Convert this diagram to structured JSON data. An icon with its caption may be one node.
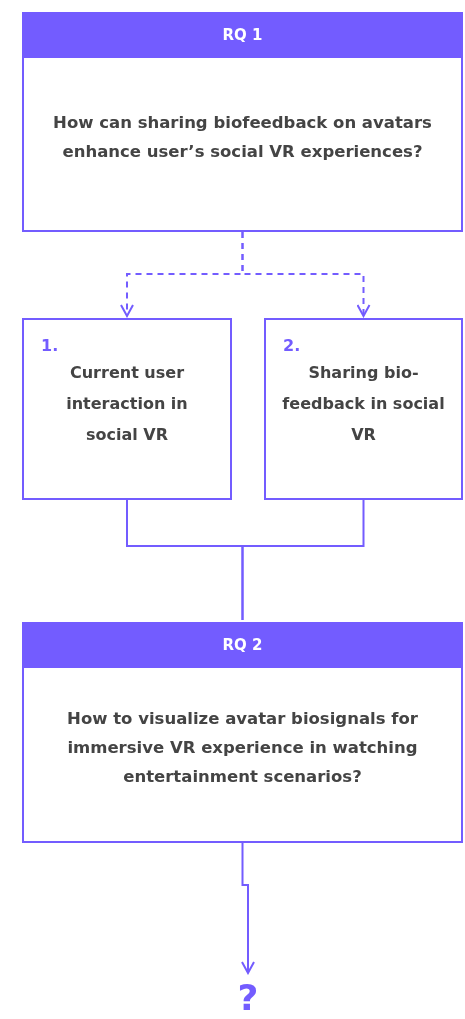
{
  "diagram": {
    "nodes": [
      {
        "text": [
          "RQ 1",
          "How can sharing biofeedback on avatars enhance user’s social VR experiences?"
        ]
      },
      {
        "text": [
          "1.",
          "Current user interaction in social VR"
        ]
      },
      {
        "text": [
          "2.",
          "Sharing bio- feedback in social VR"
        ]
      },
      {
        "text": [
          "RQ 2",
          "How to visualize avatar biosignals for immersive VR experience in watching entertainment scenarios?"
        ]
      },
      {
        "text": [
          "?"
        ]
      }
    ],
    "edges": [
      {
        "from": 0,
        "to": 1,
        "arrow": "to",
        "style": "dashed"
      },
      {
        "from": 0,
        "to": 2,
        "arrow": "to",
        "style": "dashed"
      },
      {
        "from": 1,
        "to": 3,
        "arrow": "none"
      },
      {
        "from": 2,
        "to": 3,
        "arrow": "none"
      },
      {
        "from": 3,
        "to": 4,
        "arrow": "to"
      }
    ]
  }
}
